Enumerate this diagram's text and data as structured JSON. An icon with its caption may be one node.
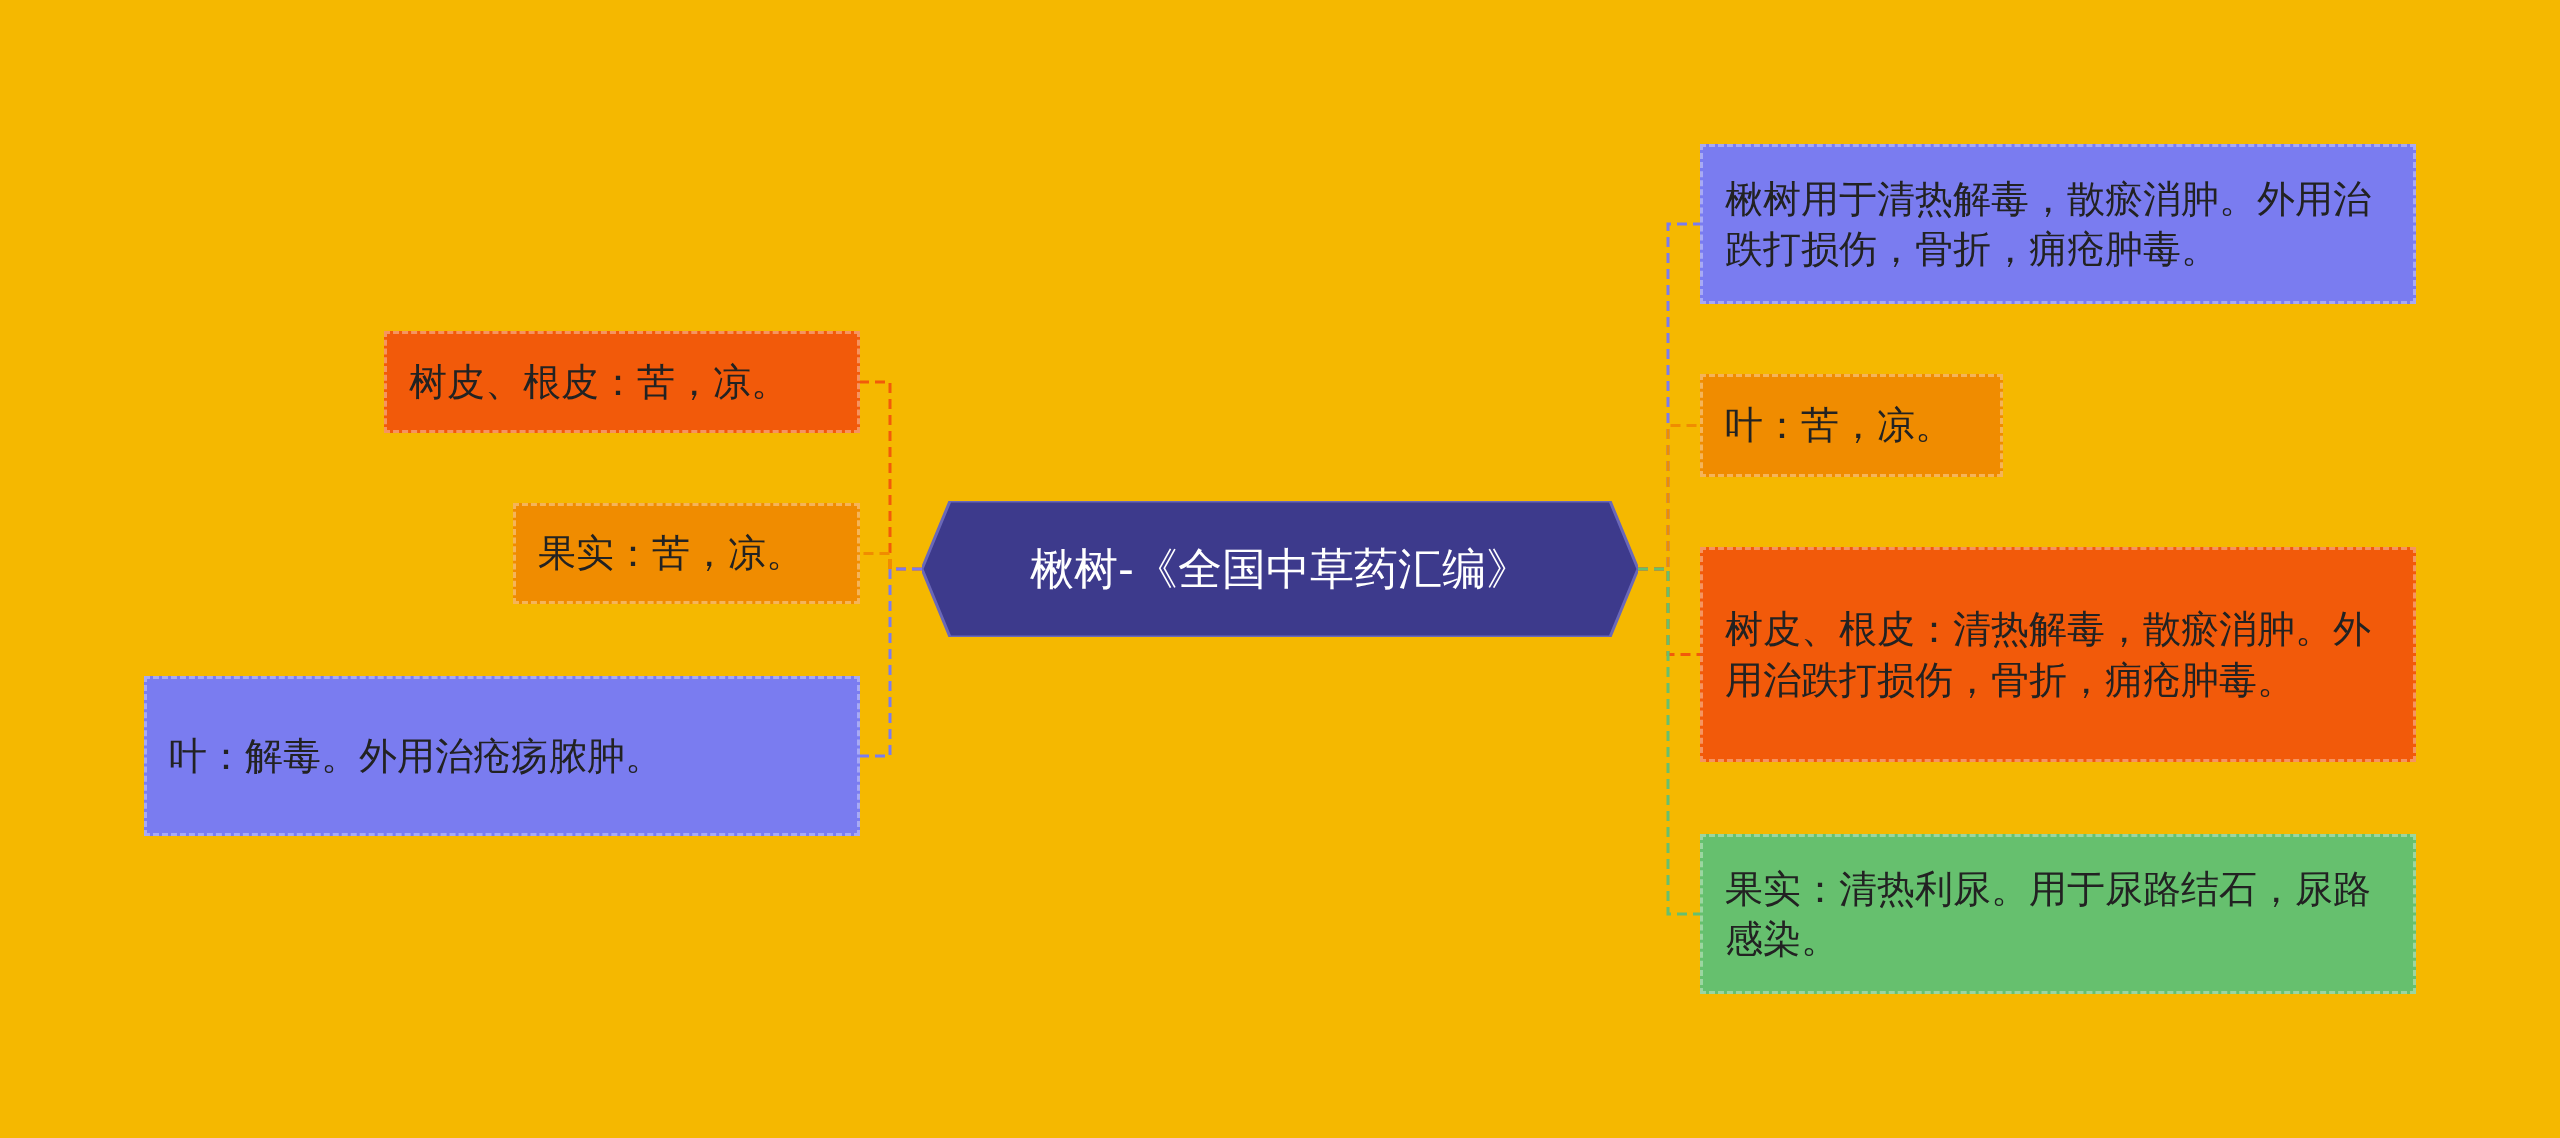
{
  "diagram": {
    "nodes": [
      {
        "text": [
          "楸树-《全国中草药汇编》"
        ]
      },
      {
        "text": [
          "树皮、根皮：苦，凉。"
        ]
      },
      {
        "text": [
          "果实：苦，凉。"
        ]
      },
      {
        "text": [
          "叶：解毒。外用治疮疡脓肿。"
        ]
      },
      {
        "text": [
          "楸树用于清热解毒，散瘀消肿。外用治跌打损伤，骨折，痈疮肿毒。"
        ]
      },
      {
        "text": [
          "叶：苦，凉。"
        ]
      },
      {
        "text": [
          "树皮、根皮：清热解毒，散瘀消肿。外用治跌打损伤，骨折，痈疮肿毒。"
        ]
      },
      {
        "text": [
          "果实：清热利尿。用于尿路结石，尿路感染。"
        ]
      }
    ],
    "edges": [
      {
        "from": 0,
        "to": 1,
        "arrow": "none",
        "color": "#f25a0a"
      },
      {
        "from": 0,
        "to": 2,
        "arrow": "none",
        "color": "#f08c00"
      },
      {
        "from": 0,
        "to": 3,
        "arrow": "none",
        "color": "#7a7cf0"
      },
      {
        "from": 0,
        "to": 4,
        "arrow": "none",
        "color": "#7a7cf0"
      },
      {
        "from": 0,
        "to": 5,
        "arrow": "none",
        "color": "#f08c00"
      },
      {
        "from": 0,
        "to": 6,
        "arrow": "none",
        "color": "#f25a0a"
      },
      {
        "from": 0,
        "to": 7,
        "arrow": "none",
        "color": "#66c06e"
      }
    ]
  }
}
